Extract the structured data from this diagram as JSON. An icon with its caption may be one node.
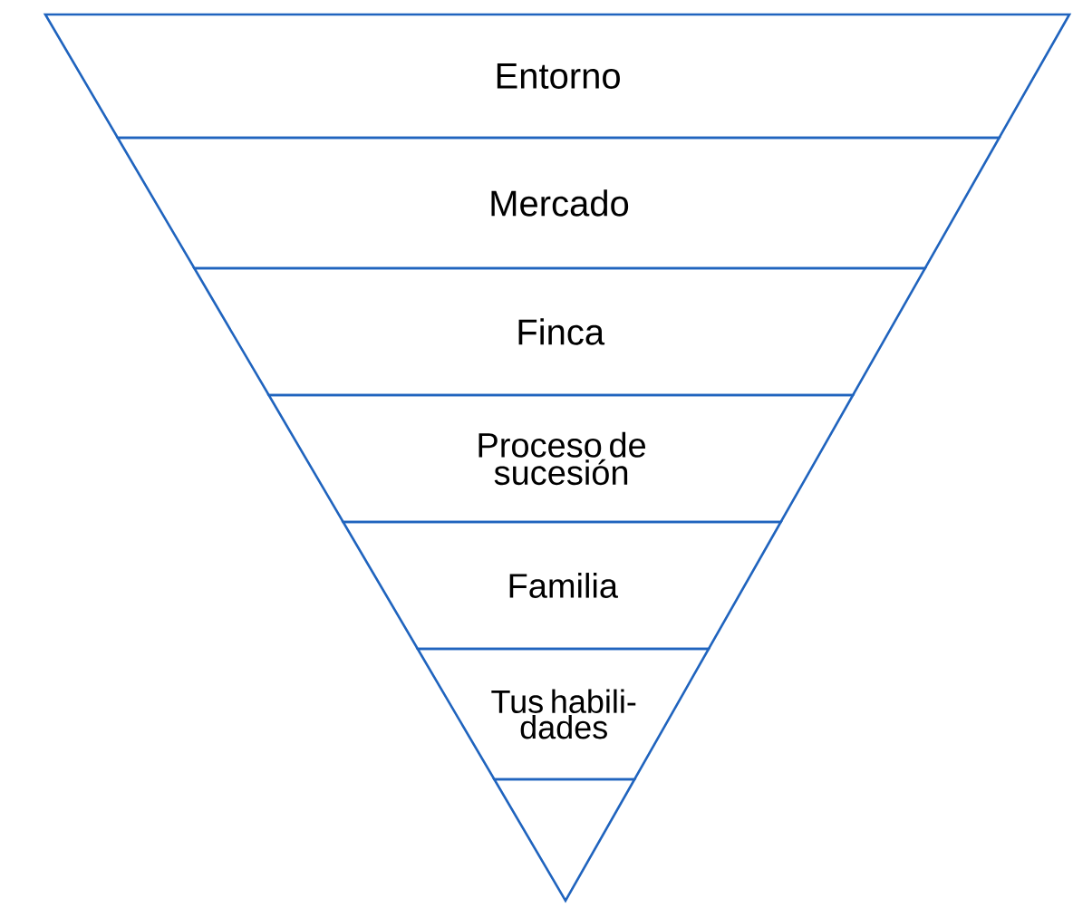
{
  "diagram": {
    "nodes": [
      {
        "text": [
          "Entorno"
        ]
      },
      {
        "text": [
          "Mercado"
        ]
      },
      {
        "text": [
          "Finca"
        ]
      },
      {
        "text": [
          "Proceso de sucesión"
        ]
      },
      {
        "text": [
          "Familia"
        ]
      },
      {
        "text": [
          "Tus habili- dades"
        ]
      },
      {
        "text": [],
        "shape": "triangle"
      }
    ]
  }
}
